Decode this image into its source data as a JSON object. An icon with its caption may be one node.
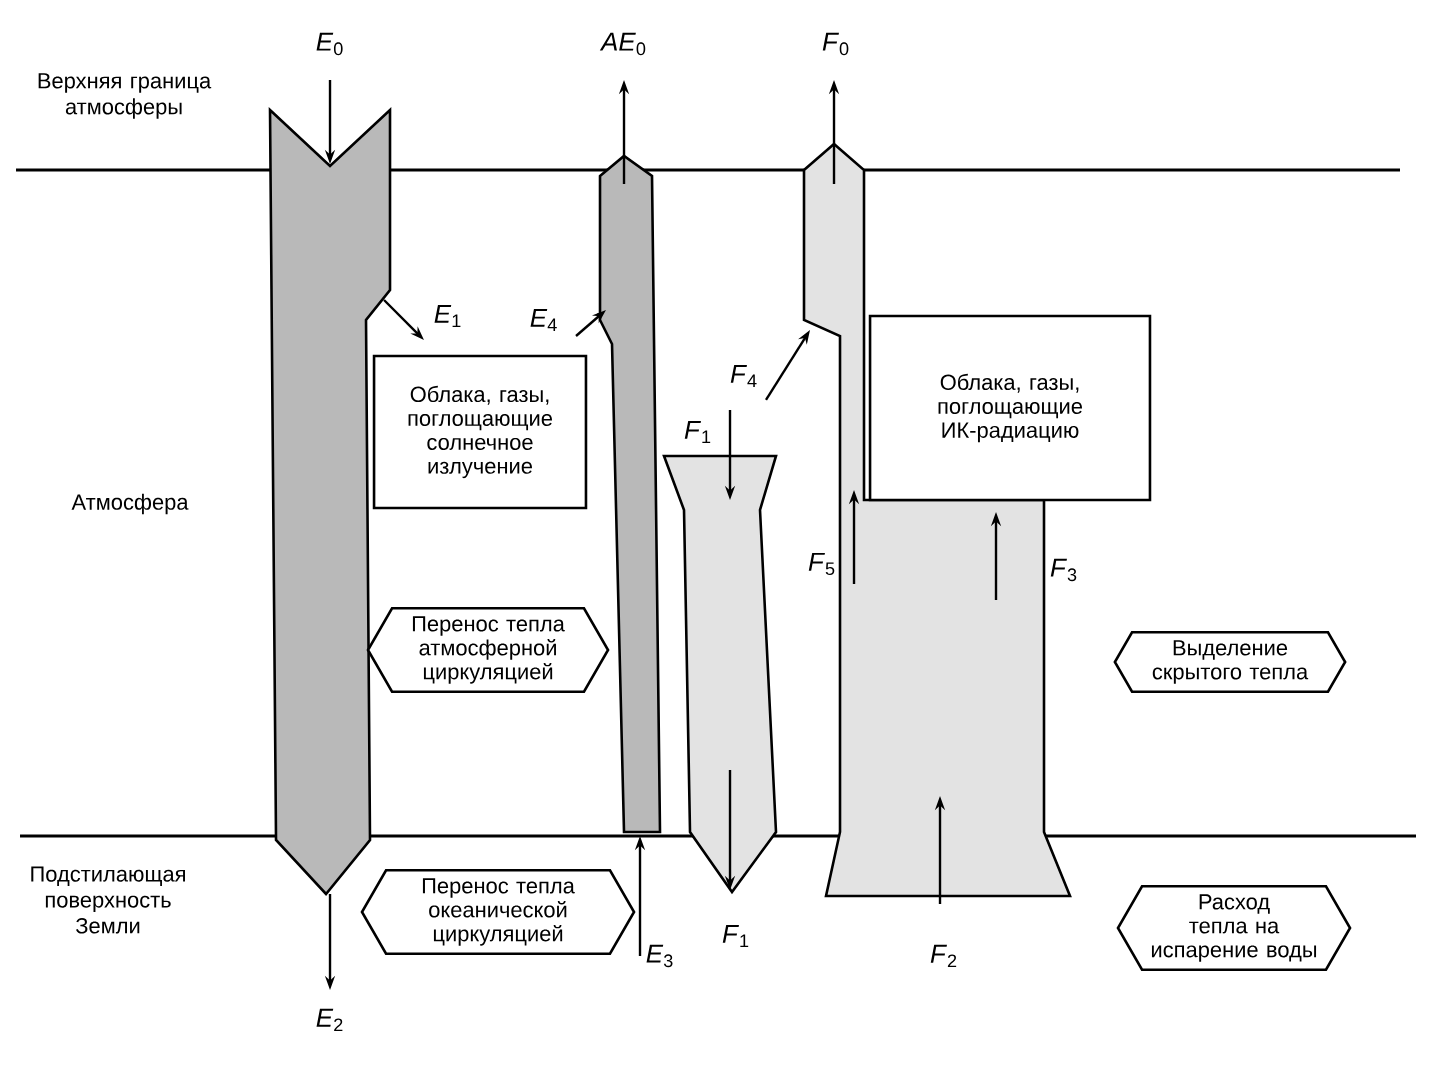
{
  "diagram": {
    "nodes": [
      {
        "text": [
          "Облака, газы, поглощающие солнечное излучение"
        ]
      },
      {
        "text": [
          "Облака, газы, поглощающие ИК-радиацию"
        ]
      },
      {
        "text": [
          "Перенос тепла атмосферной циркуляцией"
        ]
      },
      {
        "text": [
          "Выделение скрытого тепла"
        ]
      },
      {
        "text": [
          "Перенос тепла океанической циркуляцией"
        ]
      },
      {
        "text": [
          "Расход тепла на испарение воды"
        ]
      },
      {
        "text": [],
        "shape": "band"
      },
      {
        "text": [],
        "shape": "band"
      },
      {
        "text": [],
        "shape": "band"
      },
      {
        "text": [],
        "shape": "band"
      }
    ],
    "labels": [
      "*E*$_{0}$",
      "*AE*$_{0}$",
      "*F*$_{0}$",
      "Верхняя граница атмосферы",
      "*E*$_{1}$",
      "*E*$_{4}$",
      "*F*$_{4}$",
      "*F*$_{1}$",
      "Атмосфера",
      "*F*$_{5}$",
      "*F*$_{3}$",
      "Подстилающая поверхность Земли",
      "*E*$_{3}$",
      "*F*$_{1}$",
      "*F*$_{2}$",
      "*E*$_{2}$"
    ]
  }
}
